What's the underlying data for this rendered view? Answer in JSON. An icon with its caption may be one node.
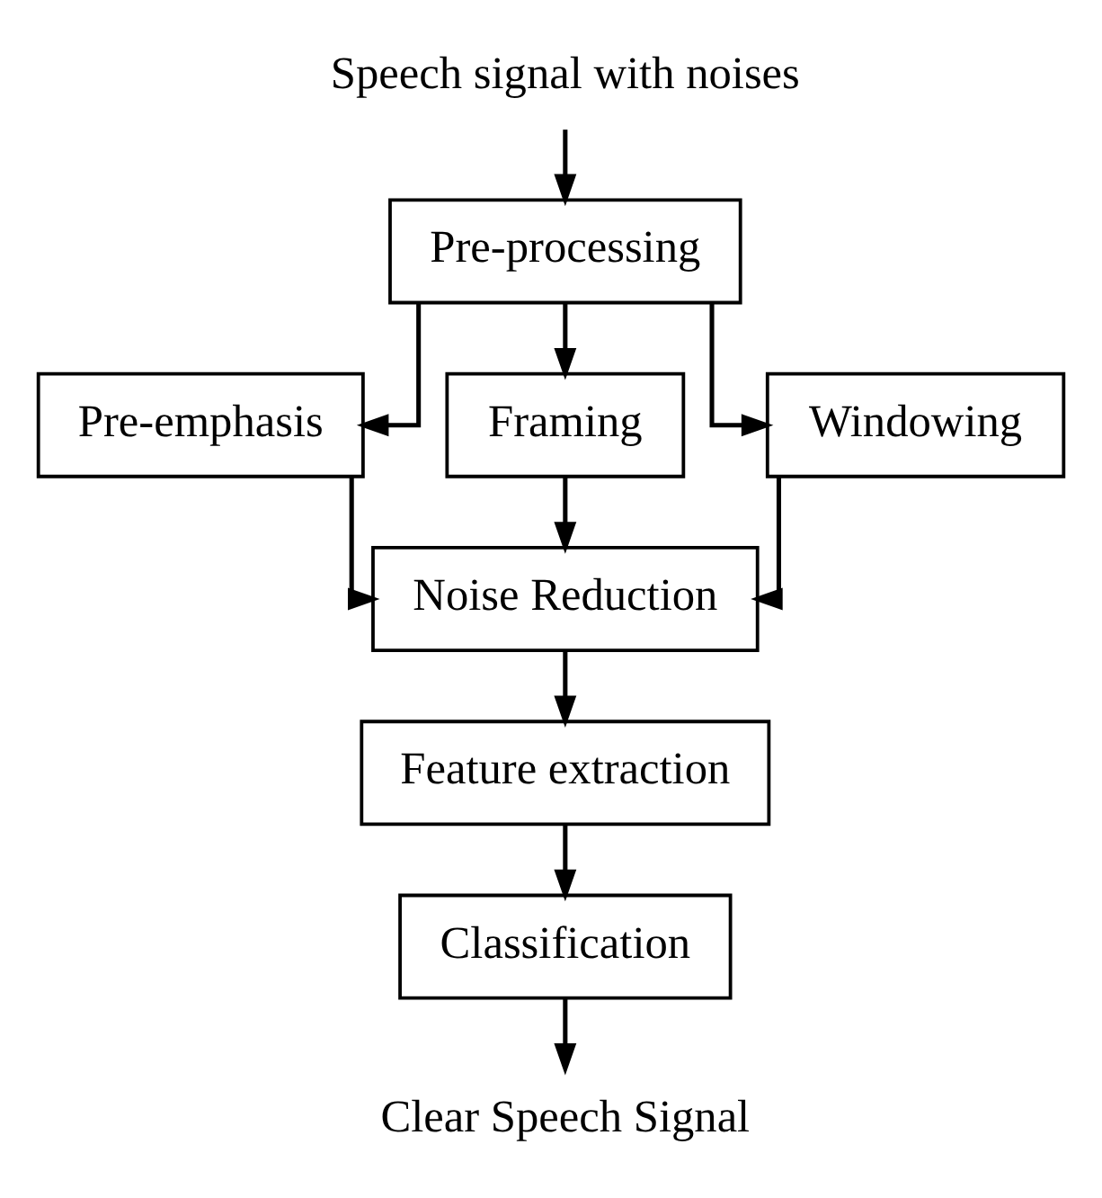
{
  "diagram": {
    "nodes": [
      {
        "text": [
          "Speech signal with noises"
        ]
      },
      {
        "text": [
          "Pre-processing"
        ]
      },
      {
        "text": [
          "Pre-emphasis"
        ]
      },
      {
        "text": [
          "Framing"
        ]
      },
      {
        "text": [
          "Windowing"
        ]
      },
      {
        "text": [
          "Noise Reduction"
        ]
      },
      {
        "text": [
          "Feature extraction"
        ]
      },
      {
        "text": [
          "Classification"
        ]
      },
      {
        "text": [
          "Clear Speech Signal"
        ]
      }
    ],
    "edges": [
      {
        "from": 0,
        "to": 1,
        "arrow": "to"
      },
      {
        "from": 1,
        "to": 2,
        "arrow": "to"
      },
      {
        "from": 1,
        "to": 3,
        "arrow": "to"
      },
      {
        "from": 1,
        "to": 4,
        "arrow": "to"
      },
      {
        "from": 2,
        "to": 5,
        "arrow": "to"
      },
      {
        "from": 3,
        "to": 5,
        "arrow": "to"
      },
      {
        "from": 4,
        "to": 5,
        "arrow": "to"
      },
      {
        "from": 5,
        "to": 6,
        "arrow": "to"
      },
      {
        "from": 6,
        "to": 7,
        "arrow": "to"
      },
      {
        "from": 7,
        "to": 8,
        "arrow": "to"
      }
    ]
  }
}
